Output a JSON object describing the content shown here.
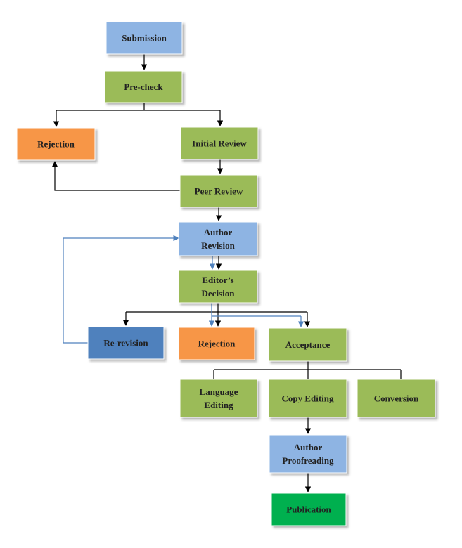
{
  "colors": {
    "blue_light": "#8EB4E3",
    "green": "#9BBB59",
    "orange": "#F79646",
    "blue_dark": "#4F81BD",
    "green_bright": "#00B050",
    "edge_black": "#000000",
    "edge_blue": "#4F81BD"
  },
  "nodes": {
    "submission": {
      "lines": [
        "Submission"
      ],
      "fill": "blue_light"
    },
    "precheck": {
      "lines": [
        "Pre-check"
      ],
      "fill": "green"
    },
    "rejection1": {
      "lines": [
        "Rejection"
      ],
      "fill": "orange"
    },
    "initial_review": {
      "lines": [
        "Initial Review"
      ],
      "fill": "green"
    },
    "peer_review": {
      "lines": [
        "Peer Review"
      ],
      "fill": "green"
    },
    "author_revision": {
      "lines": [
        "Author",
        "Revision"
      ],
      "fill": "blue_light"
    },
    "editors_decision": {
      "lines": [
        "Editor’s",
        "Decision"
      ],
      "fill": "green"
    },
    "rerevision": {
      "lines": [
        "Re-revision"
      ],
      "fill": "blue_dark"
    },
    "rejection2": {
      "lines": [
        "Rejection"
      ],
      "fill": "orange"
    },
    "acceptance": {
      "lines": [
        "Acceptance"
      ],
      "fill": "green"
    },
    "language_editing": {
      "lines": [
        "Language",
        "Editing"
      ],
      "fill": "green"
    },
    "copy_editing": {
      "lines": [
        "Copy Editing"
      ],
      "fill": "green"
    },
    "conversion": {
      "lines": [
        "Conversion"
      ],
      "fill": "green"
    },
    "author_proofreading": {
      "lines": [
        "Author",
        "Proofreading"
      ],
      "fill": "blue_light"
    },
    "publication": {
      "lines": [
        "Publication"
      ],
      "fill": "green_bright"
    }
  }
}
